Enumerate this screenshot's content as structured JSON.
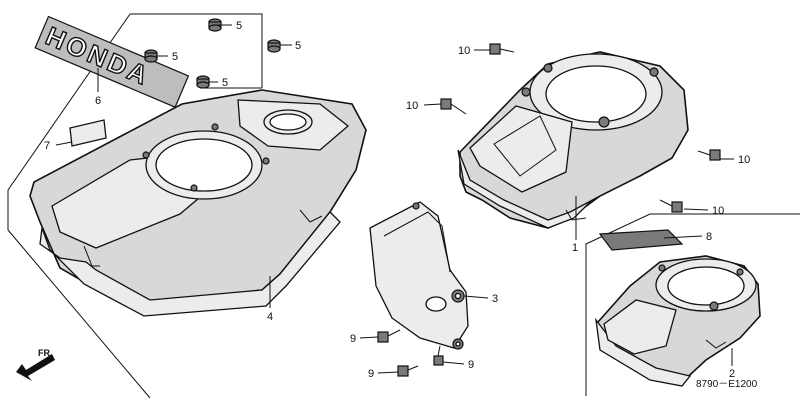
{
  "diagram": {
    "brand_text": "HONDA",
    "front_marker": "FR.",
    "diagram_code": "8790－E1200",
    "callouts": {
      "c1": "1",
      "c2": "2",
      "c3": "3",
      "c4": "4",
      "c5a": "5",
      "c5b": "5",
      "c5c": "5",
      "c5d": "5",
      "c6": "6",
      "c7": "7",
      "c8": "8",
      "c9a": "9",
      "c9b": "9",
      "c9c": "9",
      "c10a": "10",
      "c10b": "10",
      "c10c": "10",
      "c10d": "10"
    }
  }
}
